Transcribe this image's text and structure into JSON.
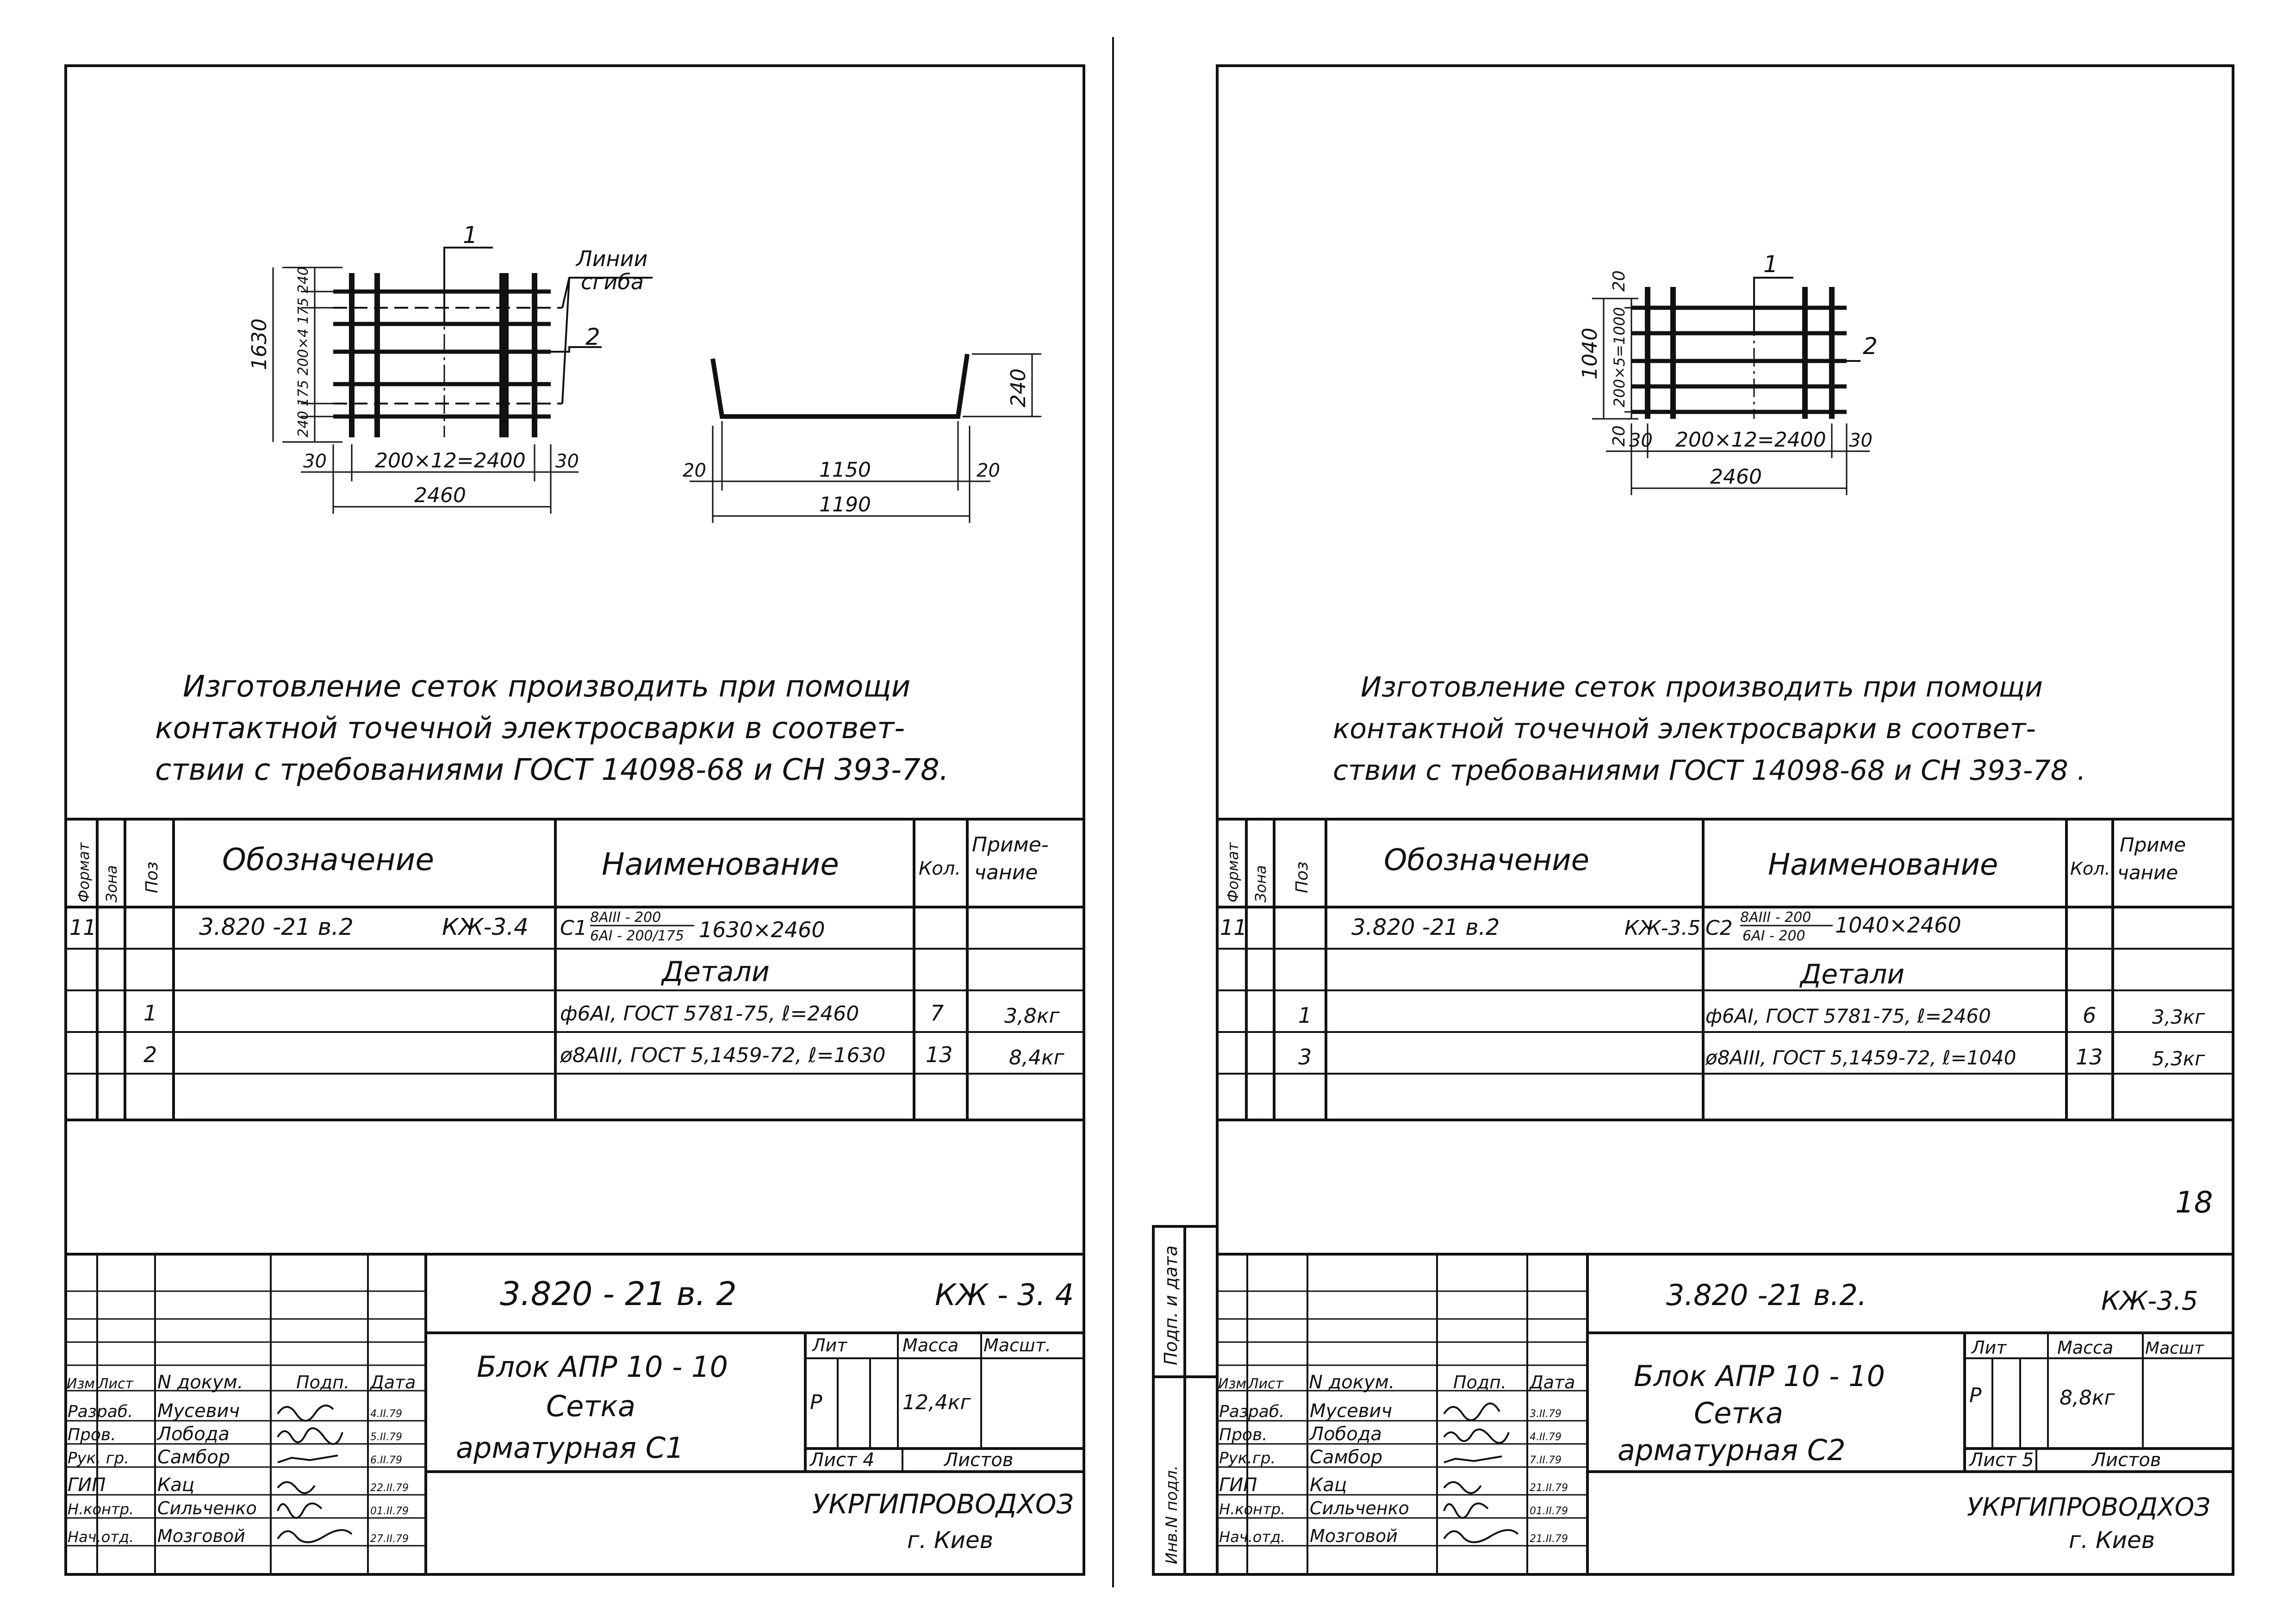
{
  "left": {
    "drawing": {
      "callout_1": "1",
      "callout_2": "2",
      "bend_label_1": "Линии",
      "bend_label_2": "сгиба",
      "dim_total_height": "1630",
      "dim_vertical_chain": "240 175 200×4 175 240",
      "dim_horizontal_chain": "200×12=2400",
      "dim_left_edge": "30",
      "dim_right_edge": "30",
      "dim_total_width": "2460",
      "side_height": "240",
      "side_left": "20",
      "side_right": "20",
      "side_inner": "1150",
      "side_total": "1190"
    },
    "note_lines": [
      "Изготовление сеток производить при помощи",
      "контактной точечной электросварки в соответ-",
      "ствии с требованиями ГОСТ 14098-68 и СН 393-78."
    ],
    "spec": {
      "headers": {
        "format": "Формат",
        "zone": "Зона",
        "pos": "Поз",
        "designation": "Обозначение",
        "name": "Наименование",
        "qty": "Кол.",
        "note_1": "Приме-",
        "note_2": "чание"
      },
      "assembly": {
        "format": "11",
        "designation": "3.820 -21   в.2",
        "code": "КЖ-3.4",
        "mark": "С1",
        "frac_top": "8АIII - 200",
        "frac_bottom": "6АI - 200/175",
        "size": "1630×2460"
      },
      "section": "Детали",
      "rows": [
        {
          "pos": "1",
          "name": "ф6АI, ГОСТ 5781-75, ℓ=2460",
          "qty": "7",
          "mass": "3,8кг"
        },
        {
          "pos": "2",
          "name": "ø8АIII, ГОСТ 5,1459-72, ℓ=1630",
          "qty": "13",
          "mass": "8,4кг"
        }
      ]
    },
    "title_block": {
      "doc_code": "3.820  - 21      в. 2",
      "sheet_code": "КЖ - 3. 4",
      "title_1": "Блок АПР 10 - 10",
      "title_2": "Сетка",
      "title_3": "арматурная С1",
      "col_lit": "Лит",
      "col_mass": "Масса",
      "col_scale": "Масшт.",
      "lit_value": "Р",
      "mass_value": "12,4кг",
      "sheet_label": "Лист 4",
      "sheets_label": "Листов",
      "org_1": "УКРГИПРОВОДХОЗ",
      "org_2": "г. Киев",
      "hdr_izm": "Изм",
      "hdr_list": "Лист",
      "hdr_ndoc": "N докум.",
      "hdr_sign": "Подп.",
      "hdr_date": "Дата",
      "people": [
        {
          "role": "Разраб.",
          "name": "Мусевич",
          "date": "4.II.79"
        },
        {
          "role": "Пров.",
          "name": "Лобода",
          "date": "5.II.79"
        },
        {
          "role": "Рук. гр.",
          "name": "Самбор",
          "date": "6.II.79"
        },
        {
          "role": "ГИП",
          "name": "Кац",
          "date": "22.II.79"
        },
        {
          "role": "Н.контр.",
          "name": "Сильченко",
          "date": "01.II.79"
        },
        {
          "role": "Нач.отд.",
          "name": "Мозговой",
          "date": "27.II.79"
        }
      ]
    }
  },
  "right": {
    "drawing": {
      "callout_1": "1",
      "callout_2": "2",
      "dim_total_height": "1040",
      "dim_vertical_chain": "200×5=1000",
      "dim_top": "20",
      "dim_bottom": "20",
      "dim_horizontal_chain": "200×12=2400",
      "dim_left_edge": "30",
      "dim_right_edge": "30",
      "dim_total_width": "2460"
    },
    "note_lines": [
      "Изготовление сеток производить при помощи",
      "контактной точечной электросварки в соответ-",
      "ствии с требованиями ГОСТ 14098-68 и СН 393-78 ."
    ],
    "spec": {
      "headers": {
        "format": "Формат",
        "zone": "Зона",
        "pos": "Поз",
        "designation": "Обозначение",
        "name": "Наименование",
        "qty": "Кол.",
        "note_1": "Приме",
        "note_2": "чание"
      },
      "assembly": {
        "format": "11",
        "designation": "3.820 -21    в.2",
        "code": "КЖ-3.5",
        "mark": "С2",
        "frac_top": "8АIII - 200",
        "frac_bottom": "6АI - 200",
        "size": "1040×2460"
      },
      "section": "Детали",
      "rows": [
        {
          "pos": "1",
          "name": "ф6АI, ГОСТ 5781-75, ℓ=2460",
          "qty": "6",
          "mass": "3,3кг"
        },
        {
          "pos": "3",
          "name": "ø8АIII, ГОСТ 5,1459-72, ℓ=1040",
          "qty": "13",
          "mass": "5,3кг"
        }
      ]
    },
    "page_number": "18",
    "side_labels": [
      "Подп. и дата",
      "Инв.N подл."
    ],
    "title_block": {
      "doc_code": "3.820 -21       в.2.",
      "sheet_code": "КЖ-3.5",
      "title_1": "Блок АПР 10 - 10",
      "title_2": "Сетка",
      "title_3": "арматурная С2",
      "col_lit": "Лит",
      "col_mass": "Масса",
      "col_scale": "Масшт",
      "lit_value": "Р",
      "mass_value": "8,8кг",
      "sheet_label": "Лист 5",
      "sheets_label": "Листов",
      "org_1": "УКРГИПРОВОДХОЗ",
      "org_2": "г. Киев",
      "hdr_izm": "Изм",
      "hdr_list": "Лист",
      "hdr_ndoc": "N докум.",
      "hdr_sign": "Подп.",
      "hdr_date": "Дата",
      "people": [
        {
          "role": "Разраб.",
          "name": "Мусевич",
          "date": "3.II.79"
        },
        {
          "role": "Пров.",
          "name": "Лобода",
          "date": "4.II.79"
        },
        {
          "role": "Рук.гр.",
          "name": "Самбор",
          "date": "7.II.79"
        },
        {
          "role": "ГИП",
          "name": "Кац",
          "date": "21.II.79"
        },
        {
          "role": "Н.контр.",
          "name": "Сильченко",
          "date": "01.II.79"
        },
        {
          "role": "Нач.отд.",
          "name": "Мозговой",
          "date": "21.II.79"
        }
      ]
    }
  }
}
